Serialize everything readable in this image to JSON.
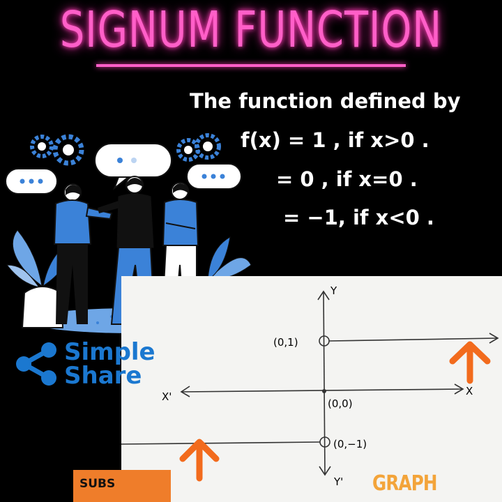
{
  "title": "SIGNUM FUNCTION",
  "definition": {
    "heading": "The function defined by",
    "line1": "f(x) = 1 , if x>0 .",
    "line2": "= 0 , if x=0 .",
    "line3": "= −1, if x<0 ."
  },
  "brand": {
    "line1": "Simple",
    "line2": "Share",
    "color": "#1b78d0"
  },
  "subscribe_label": "SUBS",
  "graph": {
    "label": "GRAPH",
    "axis_y": "Y",
    "axis_y_neg": "Y'",
    "axis_x": "X",
    "axis_x_neg": "X'",
    "point_upper": "(0,1)",
    "point_origin": "(0,0)",
    "point_lower": "(0,−1)"
  },
  "colors": {
    "title": "#ff5fc8",
    "arrow": "#f26b1d",
    "subscribe": "#ef7d2a",
    "graph_label": "#f3a43a",
    "illustration_blue": "#3b82d8"
  },
  "icons": [
    "gear-icon",
    "speech-bubble-icon",
    "share-icon",
    "up-arrow-icon"
  ]
}
